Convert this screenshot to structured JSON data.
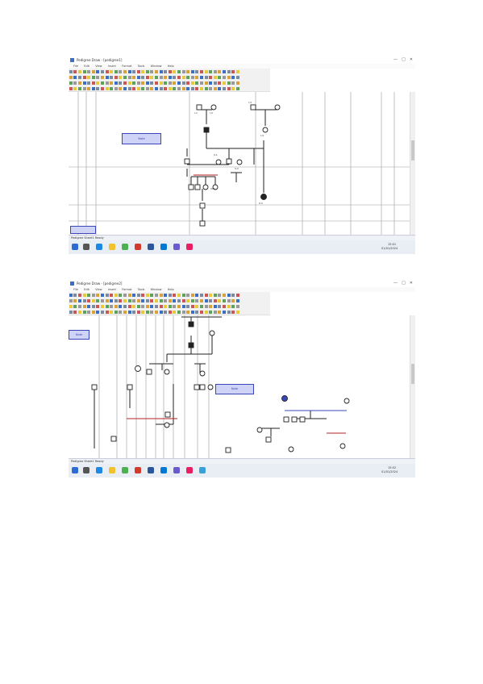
{
  "screenshots": [
    {
      "title": "Pedigree Draw - [pedigree1]",
      "menu": [
        "File",
        "Edit",
        "View",
        "Insert",
        "Format",
        "Tools",
        "Window",
        "Help"
      ],
      "note_label": "Note",
      "bottom_box_label": "",
      "status_text": "Pedigree  Sheet1  Ready",
      "labels": {
        "p1": "I-1",
        "p2": "I-2",
        "p3": "I-3",
        "p4": "I-4",
        "p5": "II-1",
        "p6": "II-2",
        "p7": "II-3",
        "p8": "III-1"
      },
      "tray_time": "15:01",
      "tray_date": "01/01/2024"
    },
    {
      "title": "Pedigree Draw - [pedigree2]",
      "menu": [
        "File",
        "Edit",
        "View",
        "Insert",
        "Format",
        "Tools",
        "Window",
        "Help"
      ],
      "note_label": "Note",
      "note_label_2": "Note",
      "top_box_label": "",
      "status_text": "Pedigree  Sheet1  Ready",
      "tray_time": "15:02",
      "tray_date": "01/01/2024"
    }
  ],
  "colors": {
    "accent": "#3b47b8",
    "affected_line": "#b22222",
    "taskbar": "#e9eef5"
  },
  "icons": [
    "app-icon",
    "minimize-icon",
    "maximize-icon",
    "close-icon",
    "windows-start-icon",
    "search-icon",
    "edge-icon",
    "folder-icon",
    "chrome-icon",
    "word-icon",
    "mail-icon"
  ]
}
